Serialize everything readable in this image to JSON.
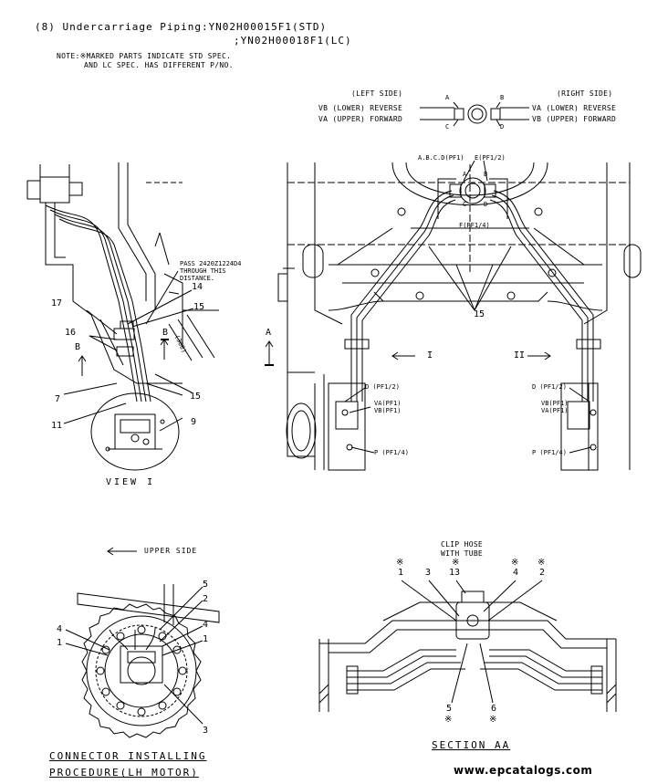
{
  "header": {
    "line1": "(8) Undercarriage Piping:YN02H00015F1(STD)",
    "line2": ";YN02H00018F1(LC)",
    "note1": "NOTE:※MARKED PARTS INDICATE STD SPEC.",
    "note2": "AND LC SPEC. HAS DIFFERENT P/NO."
  },
  "legend": {
    "left_side": "(LEFT SIDE)",
    "right_side": "(RIGHT SIDE)",
    "vb_lower_reverse_l": "VB (LOWER) REVERSE",
    "va_upper_forward_l": "VA (UPPER) FORWARD",
    "va_lower_reverse_r": "VA (LOWER) REVERSE",
    "vb_upper_forward_r": "VB (UPPER) FORWARD",
    "port_a": "A",
    "port_b": "B",
    "port_c": "C",
    "port_d": "D"
  },
  "view1": {
    "pass_note1": "PASS 2420Z1224D4",
    "pass_note2": "THROUGH THIS",
    "pass_note3": "DISTANCE.",
    "dim": "(300)",
    "n14": "14",
    "n15a": "15",
    "n17": "17",
    "n16": "16",
    "n7": "7",
    "n11": "11",
    "n9": "9",
    "n15b": "15",
    "b_left": "B",
    "b_right": "B",
    "title": "VIEW I"
  },
  "main_view": {
    "top_label1": "A.B.C.D(PF1)",
    "top_label2": "E(PF1/2)",
    "f_label": "F(PF1/4)",
    "pa": "A",
    "pb": "B",
    "pc": "C",
    "pd": "D",
    "n15": "15",
    "arrow_i": "I",
    "arrow_ii": "II",
    "a_mark": "A",
    "l_d": "D (PF1/2)",
    "l_va": "VA(PF1)",
    "l_vb": "VB(PF1)",
    "l_p": "P (PF1/4)",
    "r_d": "D (PF1/2)",
    "r_vb": "VB(PF1)",
    "r_va": "VA(PF1)",
    "r_p": "P (PF1/4)"
  },
  "connector": {
    "upper_side": "UPPER SIDE",
    "n5": "5",
    "n2": "2",
    "n4a": "4",
    "n1a": "1",
    "n4b": "4",
    "n1b": "1",
    "n3": "3",
    "title1": "CONNECTOR INSTALLING",
    "title2": "PROCEDURE(LH MOTOR)"
  },
  "section": {
    "clip1": "CLIP HOSE",
    "clip2": "WITH TUBE",
    "star1": "※",
    "n1": "1",
    "n3": "3",
    "star13": "※",
    "n13": "13",
    "star4": "※",
    "n4": "4",
    "star2": "※",
    "n2": "2",
    "n5": "5",
    "star5": "※",
    "n6": "6",
    "star6": "※",
    "title": "SECTION AA"
  },
  "watermark": "www.epcatalogs.com"
}
